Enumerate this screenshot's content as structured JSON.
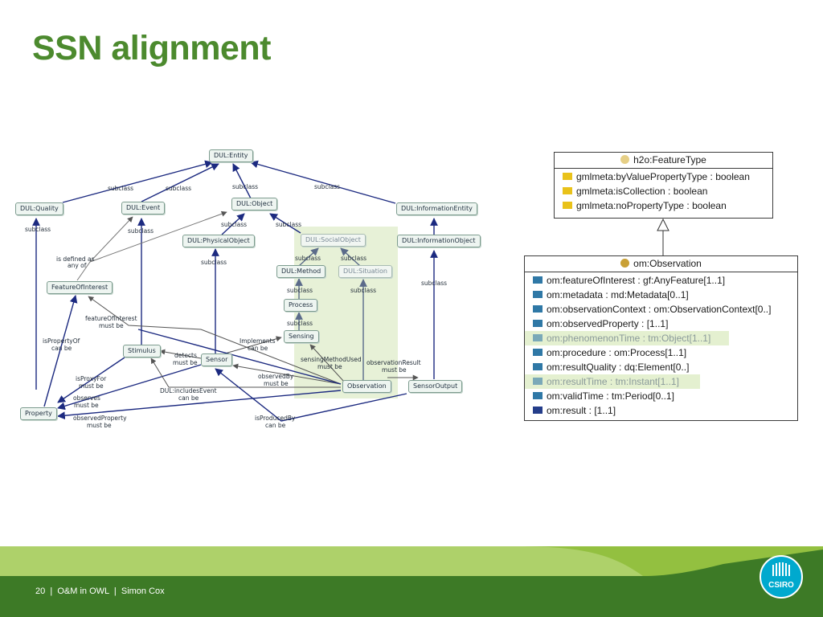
{
  "slide": {
    "title": "SSN alignment",
    "footer": {
      "page_number": "20",
      "presentation": "O&M in OWL",
      "author": "Simon Cox",
      "separator": "|"
    },
    "logo_text": "CSIRO"
  },
  "diagram": {
    "nodes": {
      "dul_entity": "DUL:Entity",
      "dul_quality": "DUL:Quality",
      "dul_event": "DUL:Event",
      "dul_object": "DUL:Object",
      "dul_information_entity": "DUL:InformationEntity",
      "dul_physical_object": "DUL:PhysicalObject",
      "dul_social_object": "DUL:SocialObject",
      "dul_information_object": "DUL:InformationObject",
      "dul_method": "DUL:Method",
      "dul_situation": "DUL:Situation",
      "process": "Process",
      "sensing": "Sensing",
      "feature_of_interest": "FeatureOfInterest",
      "stimulus": "Stimulus",
      "sensor": "Sensor",
      "observation": "Observation",
      "sensor_output": "SensorOutput",
      "property": "Property"
    },
    "edge_labels": {
      "subclass": "subclass",
      "is_defined_as": "is defined as",
      "any_of": "any of",
      "feature_of_interest": "featureOfInterest",
      "must_be": "must be",
      "is_property_of": "isPropertyOf",
      "can_be": "can be",
      "implements": "Implements",
      "detects": "detects",
      "sensing_method_used": "sensingMethodUsed",
      "observation_result": "observationResult",
      "is_proxy_for": "isProxyFor",
      "observed_by": "observedBy",
      "observes": "observes",
      "dul_includes_event": "DUL:includesEvent",
      "observed_property": "observedProperty",
      "is_produced_by": "isProducedBy"
    }
  },
  "uml": {
    "feature_type": {
      "title": "h2o:FeatureType",
      "attributes": [
        "gmlmeta:byValuePropertyType : boolean",
        "gmlmeta:isCollection : boolean",
        "gmlmeta:noPropertyType : boolean"
      ]
    },
    "observation": {
      "title": "om:Observation",
      "attributes": [
        {
          "text": "om:featureOfInterest : gf:AnyFeature[1..1]",
          "highlighted": false
        },
        {
          "text": "om:metadata : md:Metadata[0..1]",
          "highlighted": false
        },
        {
          "text": "om:observationContext : om:ObservationContext[0..]",
          "highlighted": false
        },
        {
          "text": "om:observedProperty : [1..1]",
          "highlighted": false
        },
        {
          "text": "om:phenomenonTime : tm:Object[1..1]",
          "highlighted": true
        },
        {
          "text": "om:procedure : om:Process[1..1]",
          "highlighted": false
        },
        {
          "text": "om:resultQuality : dq:Element[0..]",
          "highlighted": false
        },
        {
          "text": "om:resultTime : tm:Instant[1..1]",
          "highlighted": true
        },
        {
          "text": "om:validTime : tm:Period[0..1]",
          "highlighted": false
        },
        {
          "text": "om:result : [1..1]",
          "highlighted": false
        }
      ]
    }
  },
  "colors": {
    "title_green": "#4c8a2e",
    "footer_light_green": "#93c040",
    "footer_dark_green": "#3d7a26",
    "edge_navy": "#1c2a80",
    "highlight_green": "#e7f1d7",
    "logo_blue": "#00a9ce"
  }
}
